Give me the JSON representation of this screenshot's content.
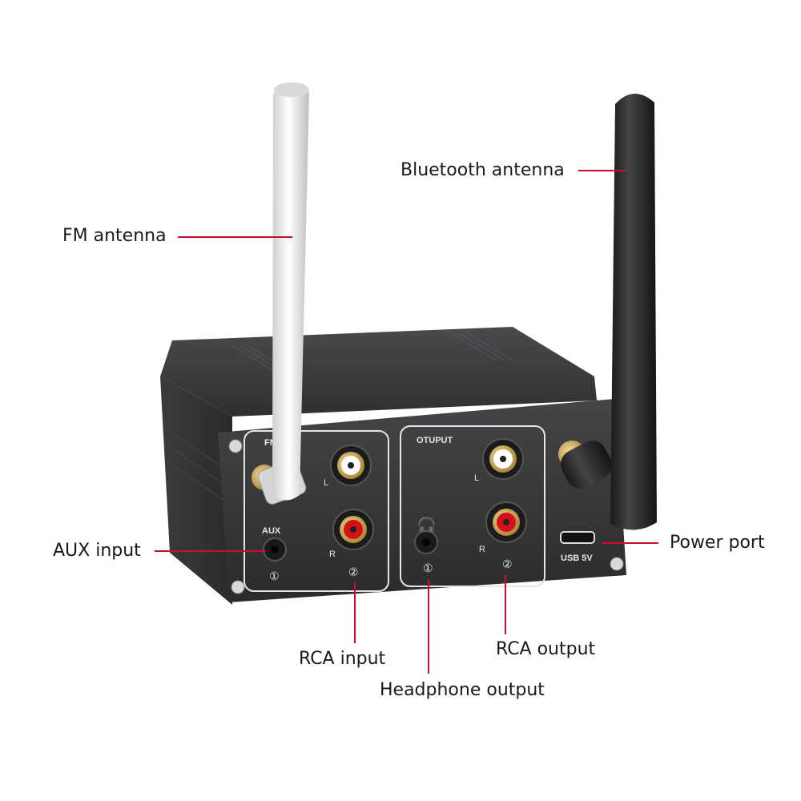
{
  "callouts": {
    "fm_antenna": "FM antenna",
    "bluetooth_antenna": "Bluetooth antenna",
    "aux_input": "AUX input",
    "power_port": "Power port",
    "rca_input": "RCA input",
    "rca_output": "RCA output",
    "headphone_output": "Headphone output"
  },
  "panel": {
    "fm_label": "FM",
    "aux_label": "AUX",
    "output_label": "OTUPUT",
    "left_label": "L",
    "right_label": "R",
    "marker_1": "①",
    "marker_2": "②",
    "usb_label": "USB 5V"
  },
  "colors": {
    "leader_line": "#c8102e",
    "case": "#3a3a3c",
    "fm_antenna": "#e8e8e8",
    "bluetooth_antenna": "#2a2a2a",
    "rca_left": "#ffffff",
    "rca_right": "#d8101a",
    "connector_gold": "#c9a24a"
  }
}
